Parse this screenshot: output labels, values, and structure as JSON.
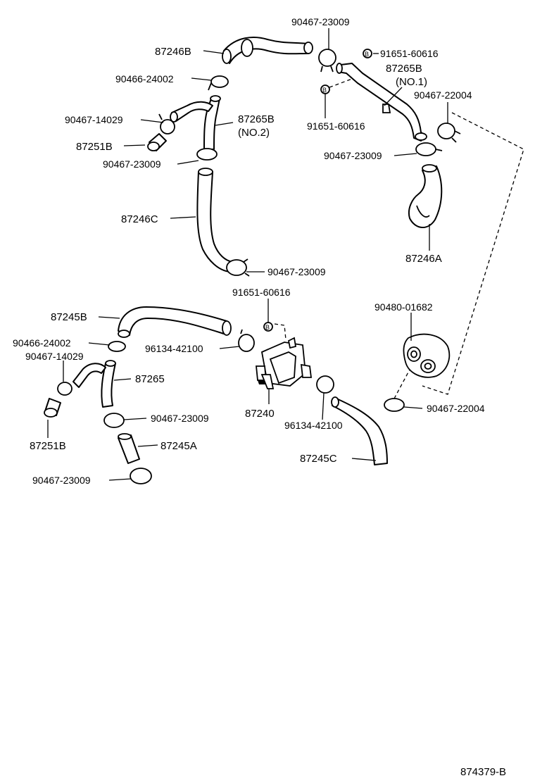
{
  "diagram_id": "874379-B",
  "bolt_marker": "B",
  "part_labels": {
    "p_87246B": "87246B",
    "p_90467_23009_top": "90467-23009",
    "p_91651_60616_top": "91651-60616",
    "p_87265B_no1": "87265B",
    "p_no1": "(NO.1)",
    "p_90466_24002_top": "90466-24002",
    "p_90467_22004_top": "90467-22004",
    "p_90467_14029_top": "90467-14029",
    "p_87265B_no2": "87265B",
    "p_no2": "(NO.2)",
    "p_91651_60616_mid": "91651-60616",
    "p_87251B_top": "87251B",
    "p_90467_23009_right": "90467-23009",
    "p_90467_23009_left": "90467-23009",
    "p_87246C": "87246C",
    "p_87246A": "87246A",
    "p_90467_23009_lower": "90467-23009",
    "p_91651_60616_valve": "91651-60616",
    "p_90480_01682": "90480-01682",
    "p_87245B": "87245B",
    "p_90466_24002_bot": "90466-24002",
    "p_96134_42100_left": "96134-42100",
    "p_90467_14029_bot": "90467-14029",
    "p_87265": "87265",
    "p_87240": "87240",
    "p_90467_22004_bot": "90467-22004",
    "p_90467_23009_bot1": "90467-23009",
    "p_96134_42100_right": "96134-42100",
    "p_87251B_bot": "87251B",
    "p_87245A": "87245A",
    "p_87245C": "87245C",
    "p_90467_23009_bot2": "90467-23009"
  }
}
